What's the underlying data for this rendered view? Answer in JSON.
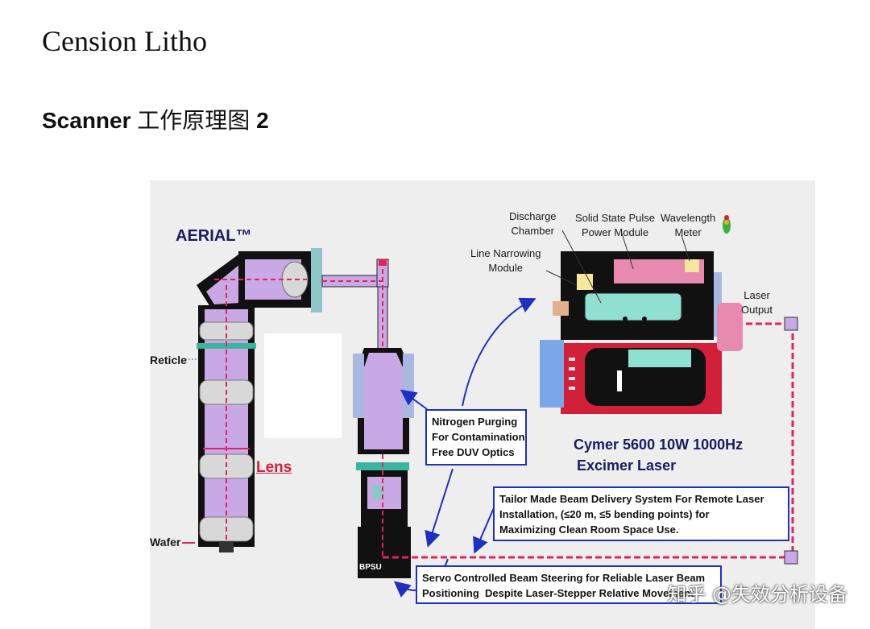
{
  "title": "Cension Litho",
  "subtitle": {
    "prefix": "Scanner ",
    "cn": "工作原理图",
    "suffix": " 2"
  },
  "diagram": {
    "aerial": "AERIAL™",
    "reticle": "Reticle",
    "lens": "Lens",
    "wafer": "Wafer",
    "bpsu": "BPSU",
    "discharge_chamber": "Discharge\nChamber",
    "solid_state": "Solid State Pulse\nPower Module",
    "wavelength_meter": "Wavelength\nMeter",
    "line_narrowing": "Line Narrowing\nModule",
    "laser_output": "Laser\nOutput",
    "nitrogen": "Nitrogen Purging\nFor Contamination\nFree DUV Optics",
    "cymer_line1": "Cymer 5600 10W 1000Hz",
    "cymer_line2": "Excimer Laser",
    "tailor": "Tailor Made Beam Delivery System For Remote Laser\nInstallation, (≤20 m, ≤5 bending points) for\nMaximizing Clean Room Space Use.",
    "servo": "Servo Controlled Beam Steering for Reliable Laser Beam\nPositioning  Despite Laser-Stepper Relative Movement"
  },
  "watermark": "知乎 @失效分析设备",
  "colors": {
    "panel": "#eeeeee",
    "lens": "#c9a8e6",
    "beam": "#e0245e",
    "arrow": "#1f2fbf",
    "laser_red": "#d0203a"
  }
}
